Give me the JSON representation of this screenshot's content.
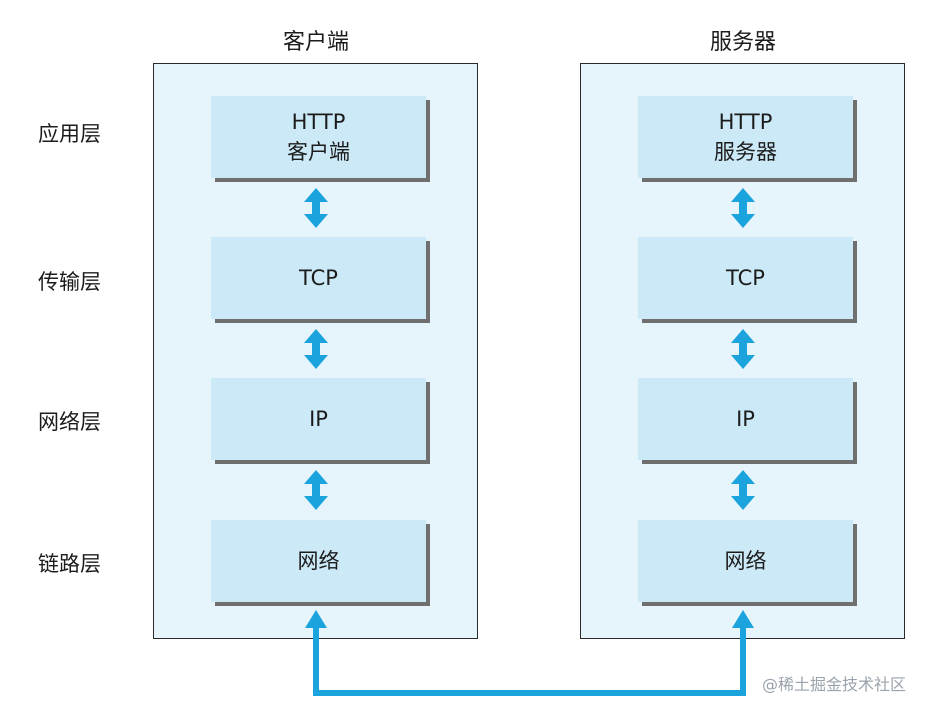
{
  "columns": [
    {
      "title": "客户端",
      "layers": [
        "HTTP\n客户端",
        "TCP",
        "IP",
        "网络"
      ]
    },
    {
      "title": "服务器",
      "layers": [
        "HTTP\n服务器",
        "TCP",
        "IP",
        "网络"
      ]
    }
  ],
  "layer_labels": [
    "应用层",
    "传输层",
    "网络层",
    "链路层"
  ],
  "watermark": "@稀土掘金技术社区",
  "colors": {
    "panel": "#e6f4fb",
    "box": "#cbe9f6",
    "arrow": "#1aa3dd",
    "shadow": "#6f6f6f"
  }
}
